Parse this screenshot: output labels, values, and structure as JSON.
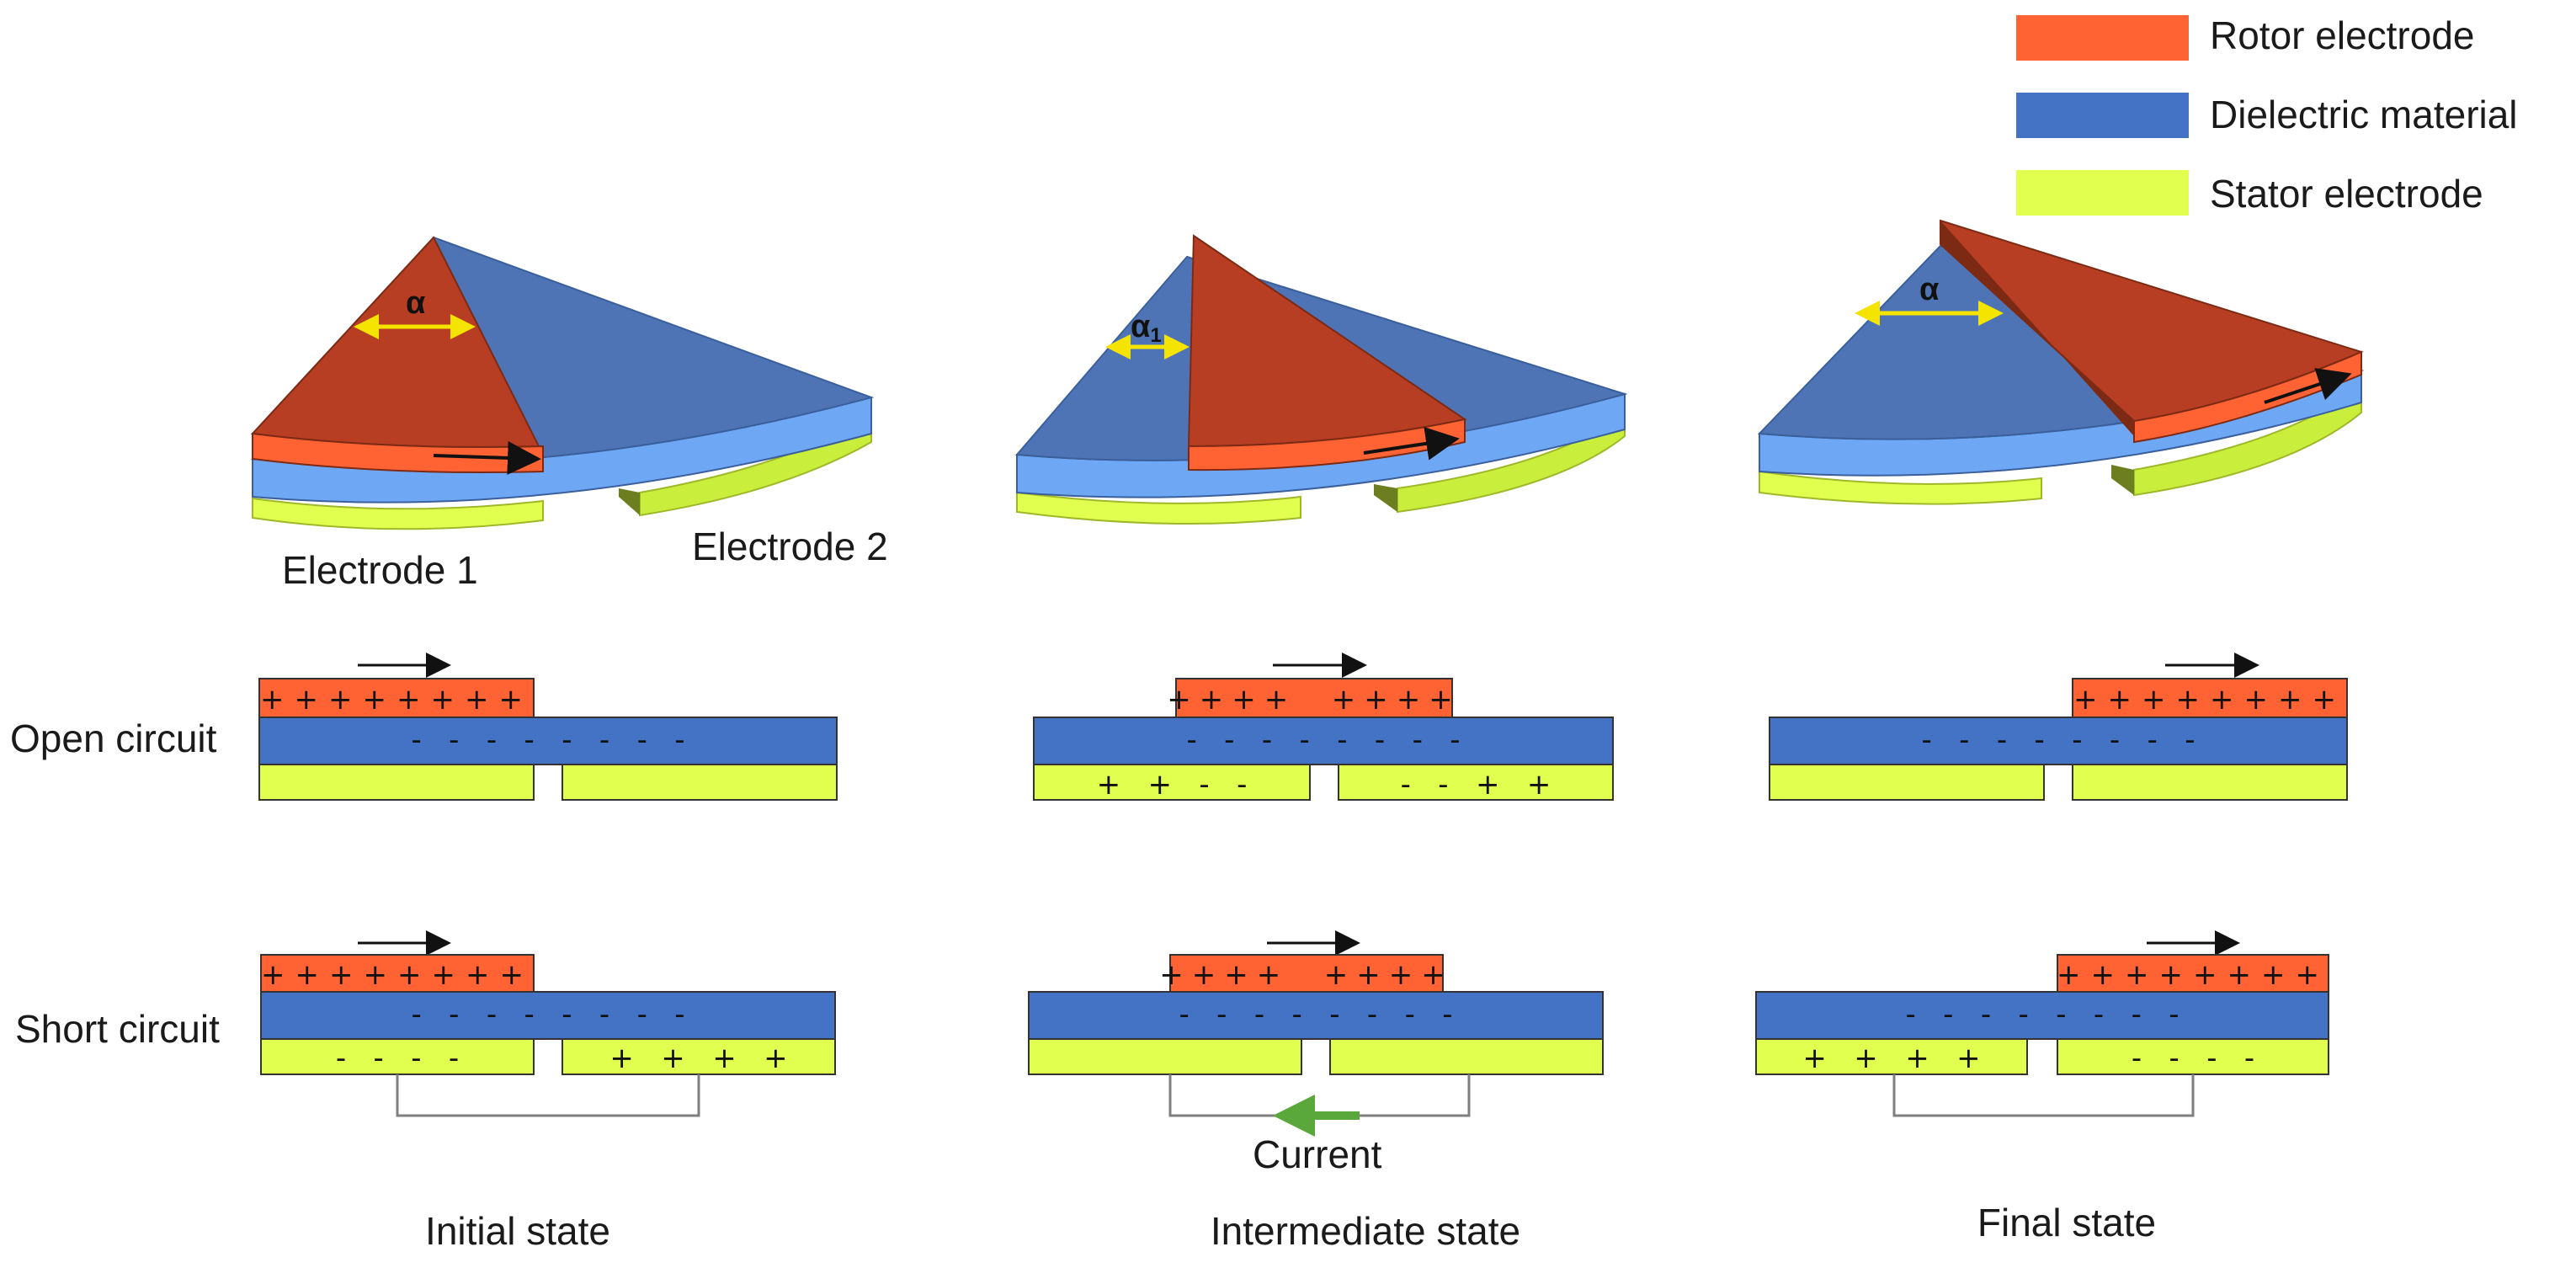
{
  "colors": {
    "rotor": "#ff6333",
    "rotor_dark": "#b73e22",
    "rotor_side": "#f05a2e",
    "dielectric": "#4472c4",
    "dielectric_top": "#4e74b6",
    "dielectric_side": "#6ea8f4",
    "stator": "#e1ff4e",
    "stator_side": "#c2e03a",
    "angle_marker": "#f5e400",
    "current_arrow": "#5aa83c",
    "wire": "#7f7f7f",
    "stroke": "#333333"
  },
  "legend": [
    {
      "label": "Rotor electrode",
      "color_key": "rotor"
    },
    {
      "label": "Dielectric material",
      "color_key": "dielectric"
    },
    {
      "label": "Stator electrode",
      "color_key": "stator"
    }
  ],
  "labels": {
    "electrode_1": "Electrode 1",
    "electrode_2": "Electrode 2",
    "open_circuit": "Open circuit",
    "short_circuit": "Short circuit",
    "current": "Current",
    "angle": "α",
    "angle_1": "α",
    "angle_1_sub": "1"
  },
  "states": [
    {
      "name": "Initial state",
      "open": {
        "rotor": "++++++++",
        "dielectric": "-   -   -   -   -   -   -   -",
        "stator_left": "",
        "stator_right": ""
      },
      "short": {
        "rotor": "++++++++",
        "dielectric": "-   -   -   -   -   -   -   -",
        "stator_left": "-   -   -   -",
        "stator_right": "+   +   +   +"
      }
    },
    {
      "name": "Intermediate state",
      "open": {
        "rotor": "++++  ++++",
        "dielectric": "-   -   -   -   -   -   -   -",
        "stator_left": "+   +   -   -",
        "stator_right": "-   -   +   +"
      },
      "short": {
        "rotor": "++++  ++++",
        "dielectric": "-   -   -   -   -   -   -   -",
        "stator_left": "",
        "stator_right": ""
      }
    },
    {
      "name": "Final state",
      "open": {
        "rotor": "++++++++",
        "dielectric": "-   -   -   -   -   -   -   -",
        "stator_left": "",
        "stator_right": ""
      },
      "short": {
        "rotor": "++++++++",
        "dielectric": "-   -   -   -   -   -   -   -",
        "stator_left": "+   +   +   +",
        "stator_right": "-   -   -   -"
      }
    }
  ]
}
